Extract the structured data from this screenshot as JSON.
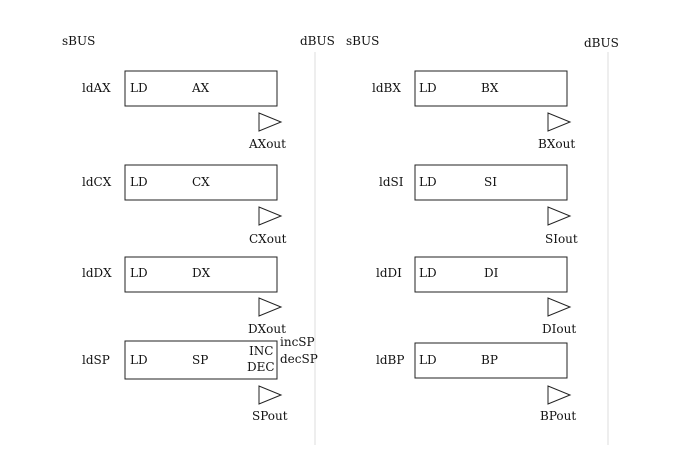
{
  "bus_labels": {
    "left_source": "sBUS",
    "left_dest": "dBUS",
    "right_source": "sBUS",
    "right_dest": "dBUS"
  },
  "registers": [
    {
      "load_signal": "ldAX",
      "load_port": "LD",
      "name": "AX",
      "output_signal": "AXout"
    },
    {
      "load_signal": "ldCX",
      "load_port": "LD",
      "name": "CX",
      "output_signal": "CXout"
    },
    {
      "load_signal": "ldDX",
      "load_port": "LD",
      "name": "DX",
      "output_signal": "DXout"
    },
    {
      "load_signal": "ldSP",
      "load_port": "LD",
      "name": "SP",
      "output_signal": "SPout",
      "inc_port": "INC",
      "dec_port": "DEC",
      "inc_signal": "incSP",
      "dec_signal": "decSP"
    },
    {
      "load_signal": "ldBX",
      "load_port": "LD",
      "name": "BX",
      "output_signal": "BXout"
    },
    {
      "load_signal": "ldSI",
      "load_port": "LD",
      "name": "SI",
      "output_signal": "SIout"
    },
    {
      "load_signal": "ldDI",
      "load_port": "LD",
      "name": "DI",
      "output_signal": "DIout"
    },
    {
      "load_signal": "ldBP",
      "load_port": "LD",
      "name": "BP",
      "output_signal": "BPout"
    }
  ]
}
